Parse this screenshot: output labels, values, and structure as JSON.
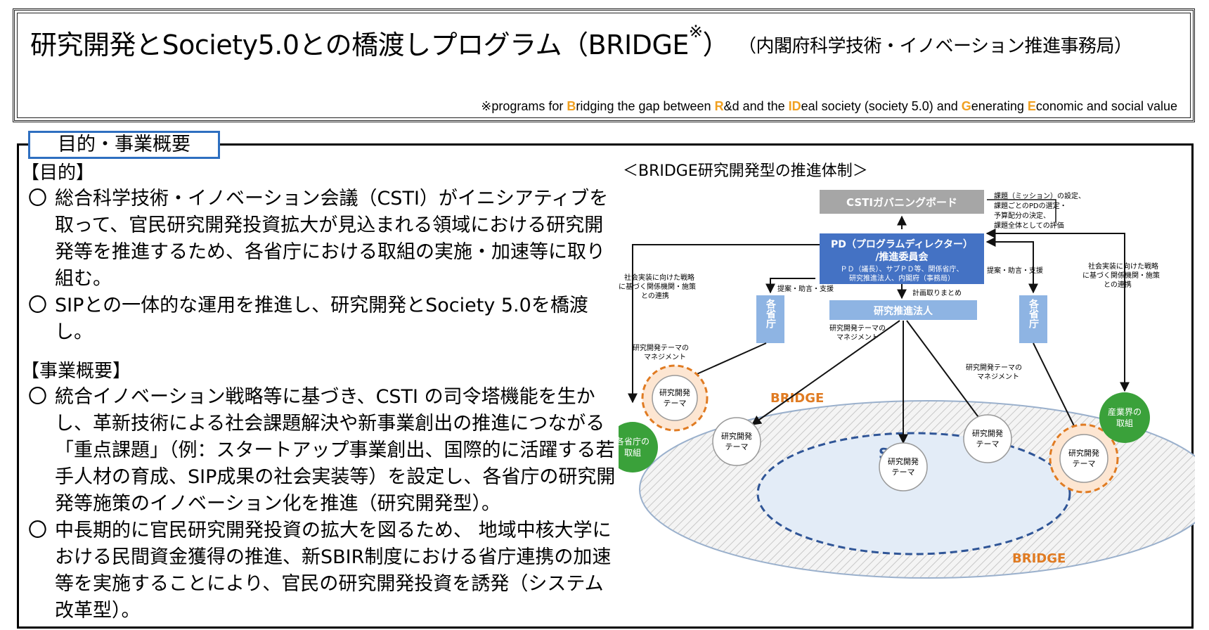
{
  "header": {
    "title": "研究開発とSociety5.0との橋渡しプログラム（BRIDGE",
    "title_mark": "※",
    "title_close": "）",
    "org": "（内閣府科学技術・イノベーション推進事務局）",
    "note_parts": [
      {
        "t": "※programs for ",
        "hl": false
      },
      {
        "t": "B",
        "hl": true
      },
      {
        "t": "ridging the gap between ",
        "hl": false
      },
      {
        "t": "R",
        "hl": true
      },
      {
        "t": "&d and the ",
        "hl": false
      },
      {
        "t": "ID",
        "hl": true
      },
      {
        "t": "eal society (society 5.0) and ",
        "hl": false
      },
      {
        "t": "G",
        "hl": true
      },
      {
        "t": "enerating ",
        "hl": false
      },
      {
        "t": "E",
        "hl": true
      },
      {
        "t": "conomic and social value",
        "hl": false
      }
    ]
  },
  "tab_label": "目的・事業概要",
  "purpose": {
    "title": "【目的】",
    "items": [
      "総合科学技術・イノベーション会議（CSTI）がイニシアティブを取って、官民研究開発投資拡大が見込まれる領域における研究開発等を推進するため、各省庁における取組の実施・加速等に取り組む。",
      "SIPとの一体的な運用を推進し、研究開発とSociety 5.0を橋渡し。"
    ]
  },
  "overview": {
    "title": "【事業概要】",
    "items": [
      "統合イノベーション戦略等に基づき、CSTI の司令塔機能を生かし、革新技術による社会課題解決や新事業創出の推進につながる「重点課題」（例：スタートアップ事業創出、国際的に活躍する若手人材の育成、SIP成果の社会実装等）を設定し、各省庁の研究開発等施策のイノベーション化を推進（研究開発型）。",
      "中長期的に官民研究開発投資の拡大を図るため、 地域中核大学における民間資金獲得の推進、新SBIR制度における省庁連携の加速等を実施することにより、官民の研究開発投資を誘発（システム改革型）。"
    ]
  },
  "bullet": "〇",
  "diagram": {
    "title": "＜BRIDGE研究開発型の推進体制＞",
    "csti_board": "CSTIガバニングボード",
    "csti_note": [
      "課題（ミッション）の設定、",
      "課題ごとのPDの選定・",
      "予算配分の決定、",
      "課題全体としての評価"
    ],
    "pd_line1": "PD（プログラムディレクター）",
    "pd_line2": "/推進委員会",
    "pd_sub1": "ＰＤ（議長）、サブＰＤ等、関係省庁、",
    "pd_sub2": "研究推進法人、内閣府（事務局）",
    "plan": "計画取りまとめ",
    "promo": "研究推進法人",
    "ministry": "各省庁",
    "support": "提案・助言・支援",
    "left_note": [
      "社会実装に向けた戦略",
      "に基づく関係機関・施策",
      "との連携"
    ],
    "right_note": [
      "社会実装に向けた戦略",
      "に基づく関係機関・施策",
      "との連携"
    ],
    "mgmt": [
      "研究開発テーマの",
      "マネジメント"
    ],
    "bridge": "BRIDGE",
    "sip": "SIP",
    "theme": [
      "研究開発",
      "テーマ"
    ],
    "ministry_effort": [
      "各省庁の",
      "取組"
    ],
    "industry_effort": [
      "産業界の",
      "取組"
    ],
    "colors": {
      "blue": "#4472c4",
      "lightblue": "#8eb4e3",
      "gray": "#a6a6a6",
      "green": "#3aa13a",
      "orange": "#e07b22",
      "sip_blue": "#2f5597"
    }
  }
}
